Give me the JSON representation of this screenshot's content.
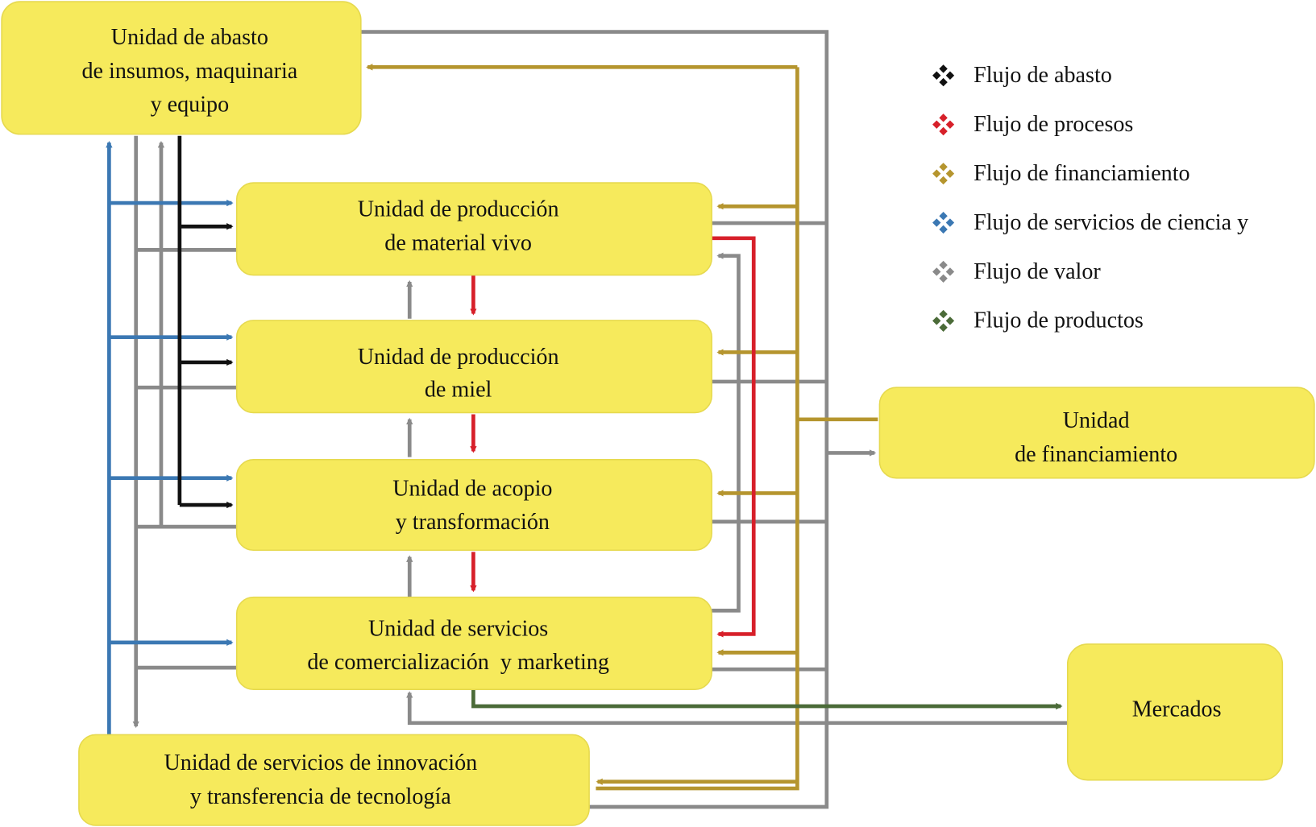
{
  "units": {
    "abasto": {
      "lines": [
        "Unidad de abasto",
        "de insumos, maquinaria",
        "y equipo"
      ]
    },
    "material_vivo": {
      "lines": [
        "Unidad de producción",
        "de material vivo"
      ]
    },
    "miel": {
      "lines": [
        "Unidad de producción",
        "de miel"
      ]
    },
    "acopio": {
      "lines": [
        "Unidad de acopio",
        "y transformación"
      ]
    },
    "comercializacion": {
      "lines": [
        "Unidad de servicios",
        "de comercialización  y marketing"
      ]
    },
    "innovacion": {
      "lines": [
        "Unidad de servicios de innovación",
        "y transferencia de tecnología"
      ]
    },
    "financiamiento": {
      "lines": [
        "Unidad",
        "de financiamiento"
      ]
    },
    "mercados": {
      "lines": [
        "Mercados"
      ]
    }
  },
  "legend": [
    {
      "key": "abasto",
      "label": "Flujo de abasto",
      "color": "#111111"
    },
    {
      "key": "procesos",
      "label": "Flujo de procesos",
      "color": "#d7202a"
    },
    {
      "key": "financiamiento",
      "label": "Flujo de financiamiento",
      "color": "#b5952e"
    },
    {
      "key": "servicios",
      "label": "Flujo de servicios de ciencia y",
      "color": "#3b78b3"
    },
    {
      "key": "valor",
      "label": "Flujo de valor",
      "color": "#8a8a8a"
    },
    {
      "key": "productos",
      "label": "Flujo de productos",
      "color": "#4b6b38"
    }
  ],
  "colors": {
    "box_fill": "#f6ea5c",
    "abasto": "#111111",
    "procesos": "#d7202a",
    "financiamiento": "#b5952e",
    "servicios": "#3b78b3",
    "valor": "#8a8a8a",
    "productos": "#4b6b38"
  }
}
